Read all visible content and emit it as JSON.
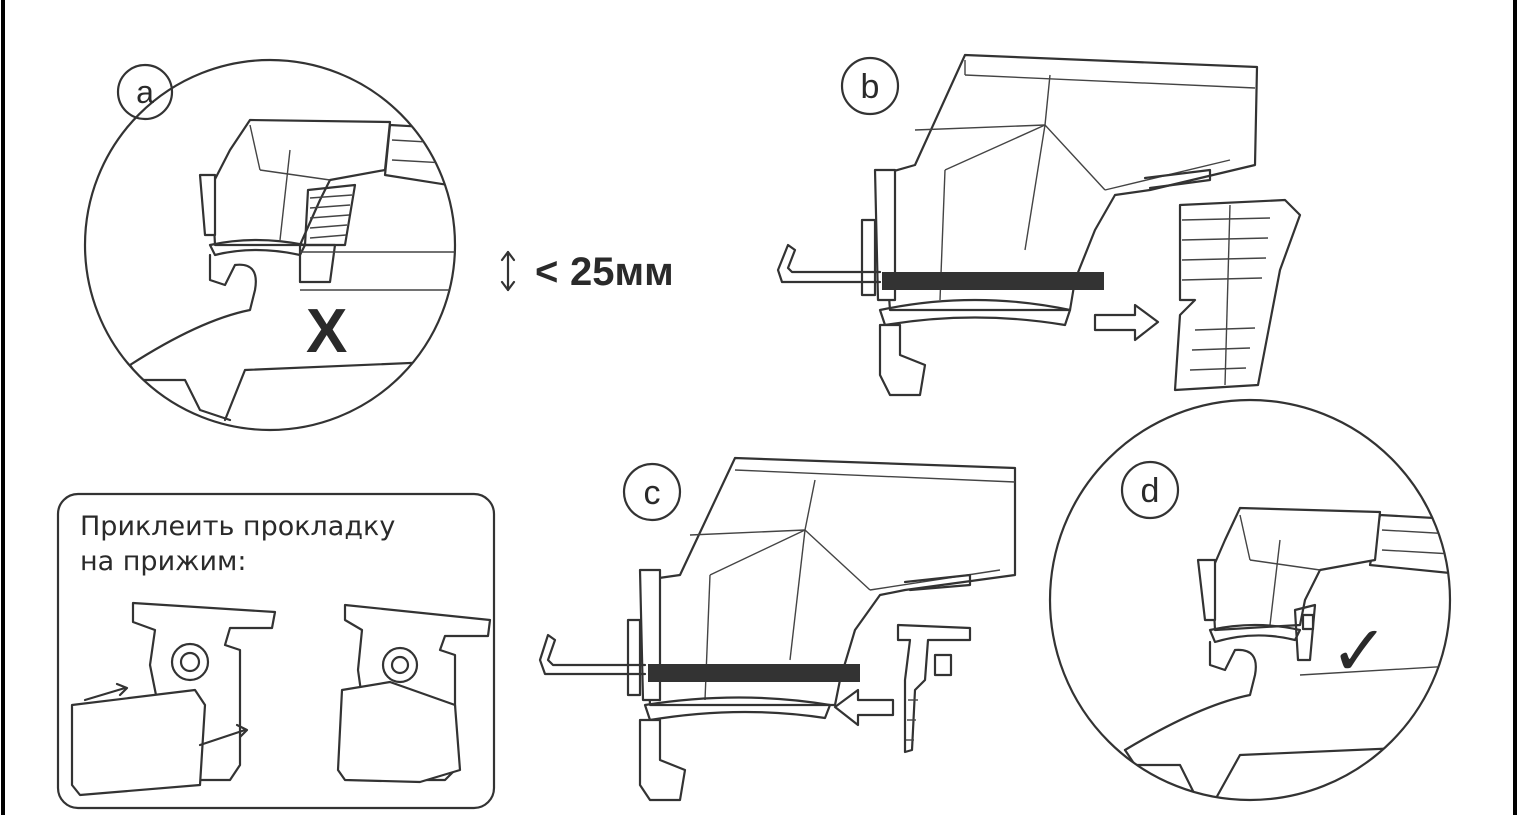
{
  "panels": {
    "a": {
      "label": "a",
      "measurement": "25мм",
      "comparison_sign": "<",
      "mark": "X"
    },
    "b": {
      "label": "b"
    },
    "c": {
      "label": "c"
    },
    "d": {
      "label": "d",
      "mark": "✓"
    }
  },
  "note": {
    "line1": "Приклеить прокладку",
    "line2": "на прижим:"
  },
  "colors": {
    "ink": "#333333",
    "background": "#ffffff",
    "frame": "#000000"
  }
}
